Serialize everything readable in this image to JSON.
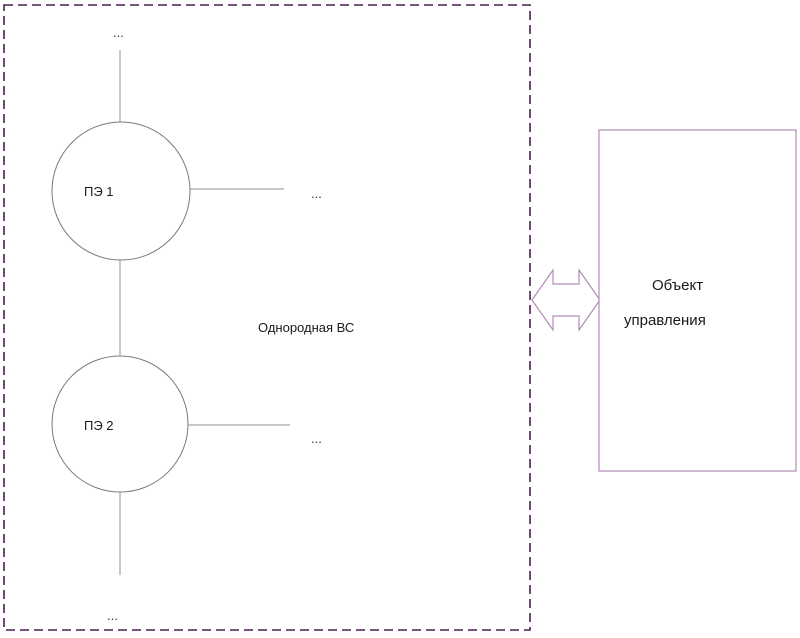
{
  "diagram": {
    "system_label": "Однородная ВС",
    "pe1_label": "ПЭ 1",
    "pe2_label": "ПЭ 2",
    "object_label_line1": "Объект",
    "object_label_line2": "управления",
    "ellipsis": "..."
  },
  "colors": {
    "system_border": "#4b1d52",
    "object_border": "#b48ab8",
    "arrow_stroke": "#b48ab8",
    "connector": "#909090",
    "circle_stroke": "#7a7a7a"
  }
}
